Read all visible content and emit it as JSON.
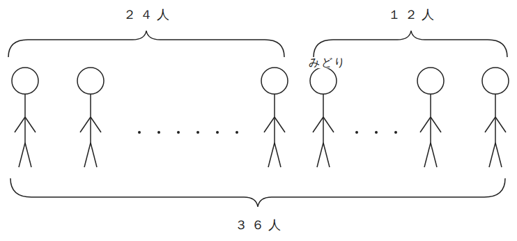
{
  "diagram": {
    "labels": [
      "２４人",
      "１２人",
      "みどり",
      "３６人"
    ]
  }
}
